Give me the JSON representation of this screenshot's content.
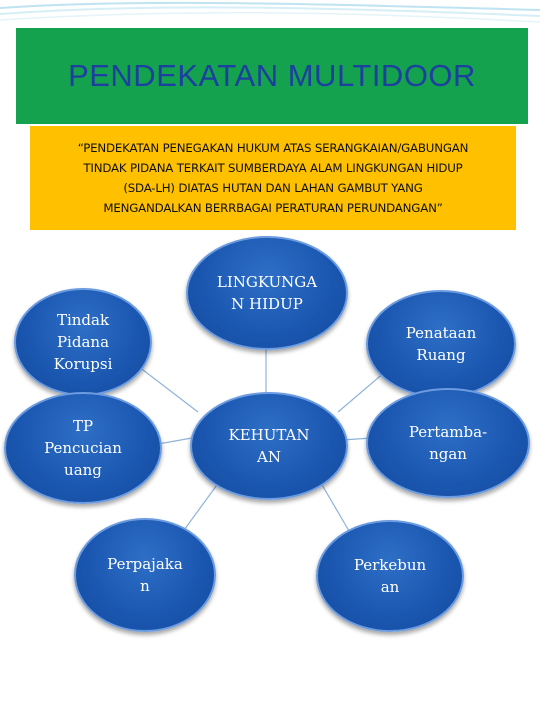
{
  "title": "PENDEKATAN MULTIDOOR",
  "definition": [
    "“PENDEKATAN PENEGAKAN HUKUM ATAS SERANGKAIAN/GABUNGAN",
    "TINDAK PIDANA TERKAIT SUMBERDAYA ALAM LINGKUNGAN HIDUP",
    "(SDA-LH) DIATAS HUTAN DAN LAHAN GAMBUT YANG",
    "MENGANDALKAN BERRBAGAI PERATURAN PERUNDANGAN”"
  ],
  "nodes": {
    "lingkungan_hidup": [
      "LINGKUNGA",
      "N HIDUP"
    ],
    "tindak_pidana_korupsi": [
      "Tindak",
      "Pidana",
      "Korupsi"
    ],
    "penataan_ruang": [
      "Penataan",
      "Ruang"
    ],
    "kehutanan": [
      "KEHUTAN",
      "AN"
    ],
    "tp_pencucian_uang": [
      "TP",
      "Pencucian",
      "uang"
    ],
    "pertambangan": [
      "Pertamba-",
      "ngan"
    ],
    "perpajakan": [
      "Perpajaka",
      "n"
    ],
    "perkebunan": [
      "Perkebun",
      "an"
    ]
  },
  "colors": {
    "title_bg": "#14a24e",
    "title_text": "#1c3fa0",
    "definition_bg": "#ffc000",
    "node_fill": "#1a56b0",
    "node_border": "#6b9be0",
    "connector": "#8fb3d9"
  }
}
